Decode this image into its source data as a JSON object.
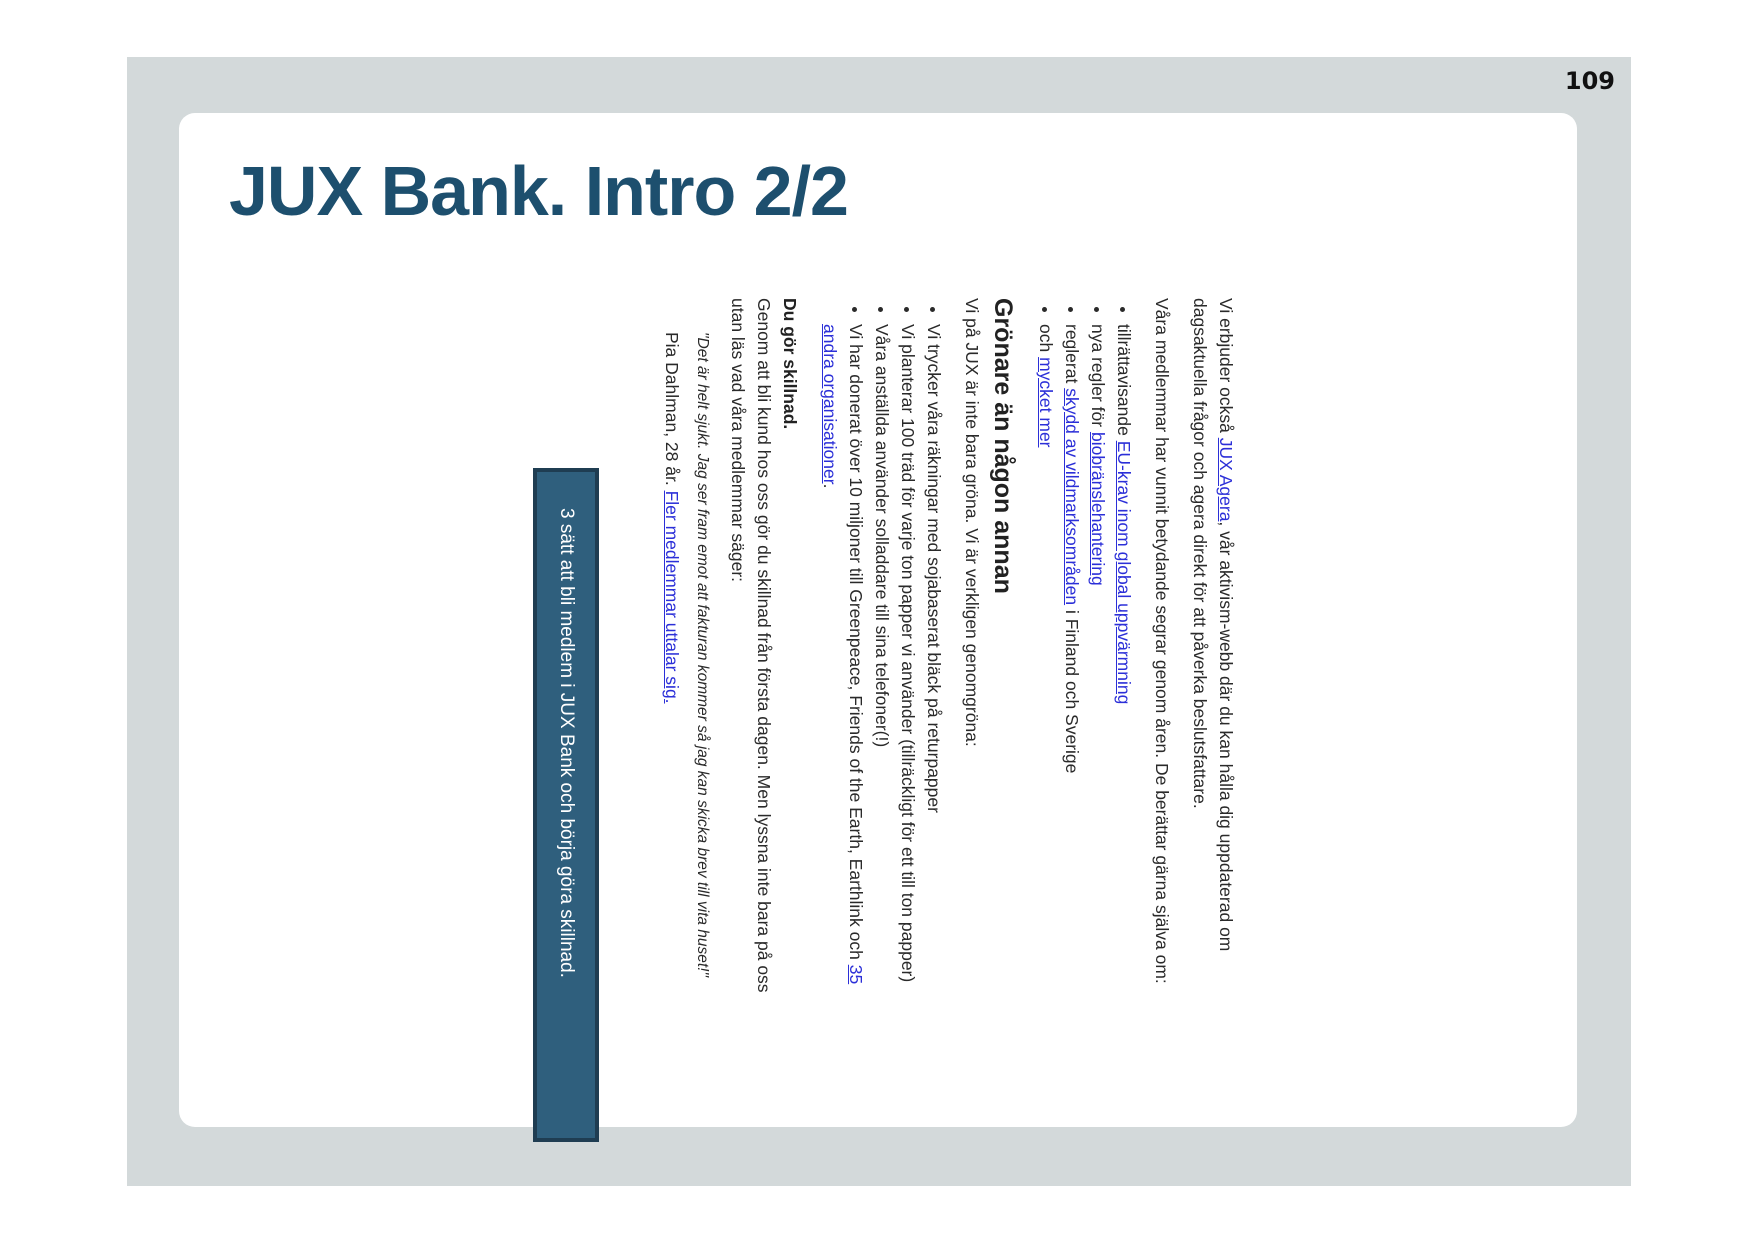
{
  "page_number": "109",
  "slide": {
    "title": "JUX Bank. Intro 2/2",
    "intro": {
      "text_before": "Vi erbjuder också ",
      "link": "JUX Agera",
      "text_after": ", vår aktivism-webb där du kan hålla dig uppdaterad om dagsaktuella frågor och agera direkt för att påverka beslutsfattare."
    },
    "victories_intro": "Våra medlemmar har vunnit betydande segrar genom åren. De berättar gärna själva om:",
    "victories": [
      {
        "text_before": "tillrättavisande ",
        "link": "EU-krav inom global uppvärmning",
        "text_after": ""
      },
      {
        "text_before": "nya regler för ",
        "link": "biobränslehantering",
        "text_after": ""
      },
      {
        "text_before": "reglerat ",
        "link": "skydd av vildmarksområden",
        "text_after": " i Finland och Sverige"
      },
      {
        "text_before": "och ",
        "link": "mycket mer",
        "text_after": ""
      }
    ],
    "greener_heading": "Grönare än någon annan",
    "greener_intro": "Vi på JUX är inte bara gröna. Vi är verkligen genomgröna:",
    "greener_items": [
      {
        "text_before": "Vi trycker våra räkningar med sojabaserat bläck på returpapper",
        "link": "",
        "text_after": ""
      },
      {
        "text_before": "Vi planterar 100 träd för varje ton papper vi använder (tillräckligt för ett till ton papper)",
        "link": "",
        "text_after": ""
      },
      {
        "text_before": "Våra anställda använder solladdare till sina telefoner(!)",
        "link": "",
        "text_after": ""
      },
      {
        "text_before": "Vi har donerat över 10 miljoner till Greenpeace, Friends of the Earth, Earthlink och ",
        "link": "35 andra organisationer",
        "text_after": "."
      }
    ],
    "difference_heading": "Du gör skillnad.",
    "difference_text": "Genom att bli kund hos oss gör du skillnad från första dagen. Men lyssna inte bara på oss utan läs vad våra medlemmar säger:",
    "quote": "\"Det är helt sjukt. Jag ser fram emot att fakturan kommer så jag kan skicka brev till vita huset!\"",
    "attribution": {
      "text": "Pia Dahlman, 28 år. ",
      "link": "Fler medlemmar uttalar sig."
    },
    "cta": "3 sätt att bli medlem i JUX Bank och börja göra skillnad."
  }
}
